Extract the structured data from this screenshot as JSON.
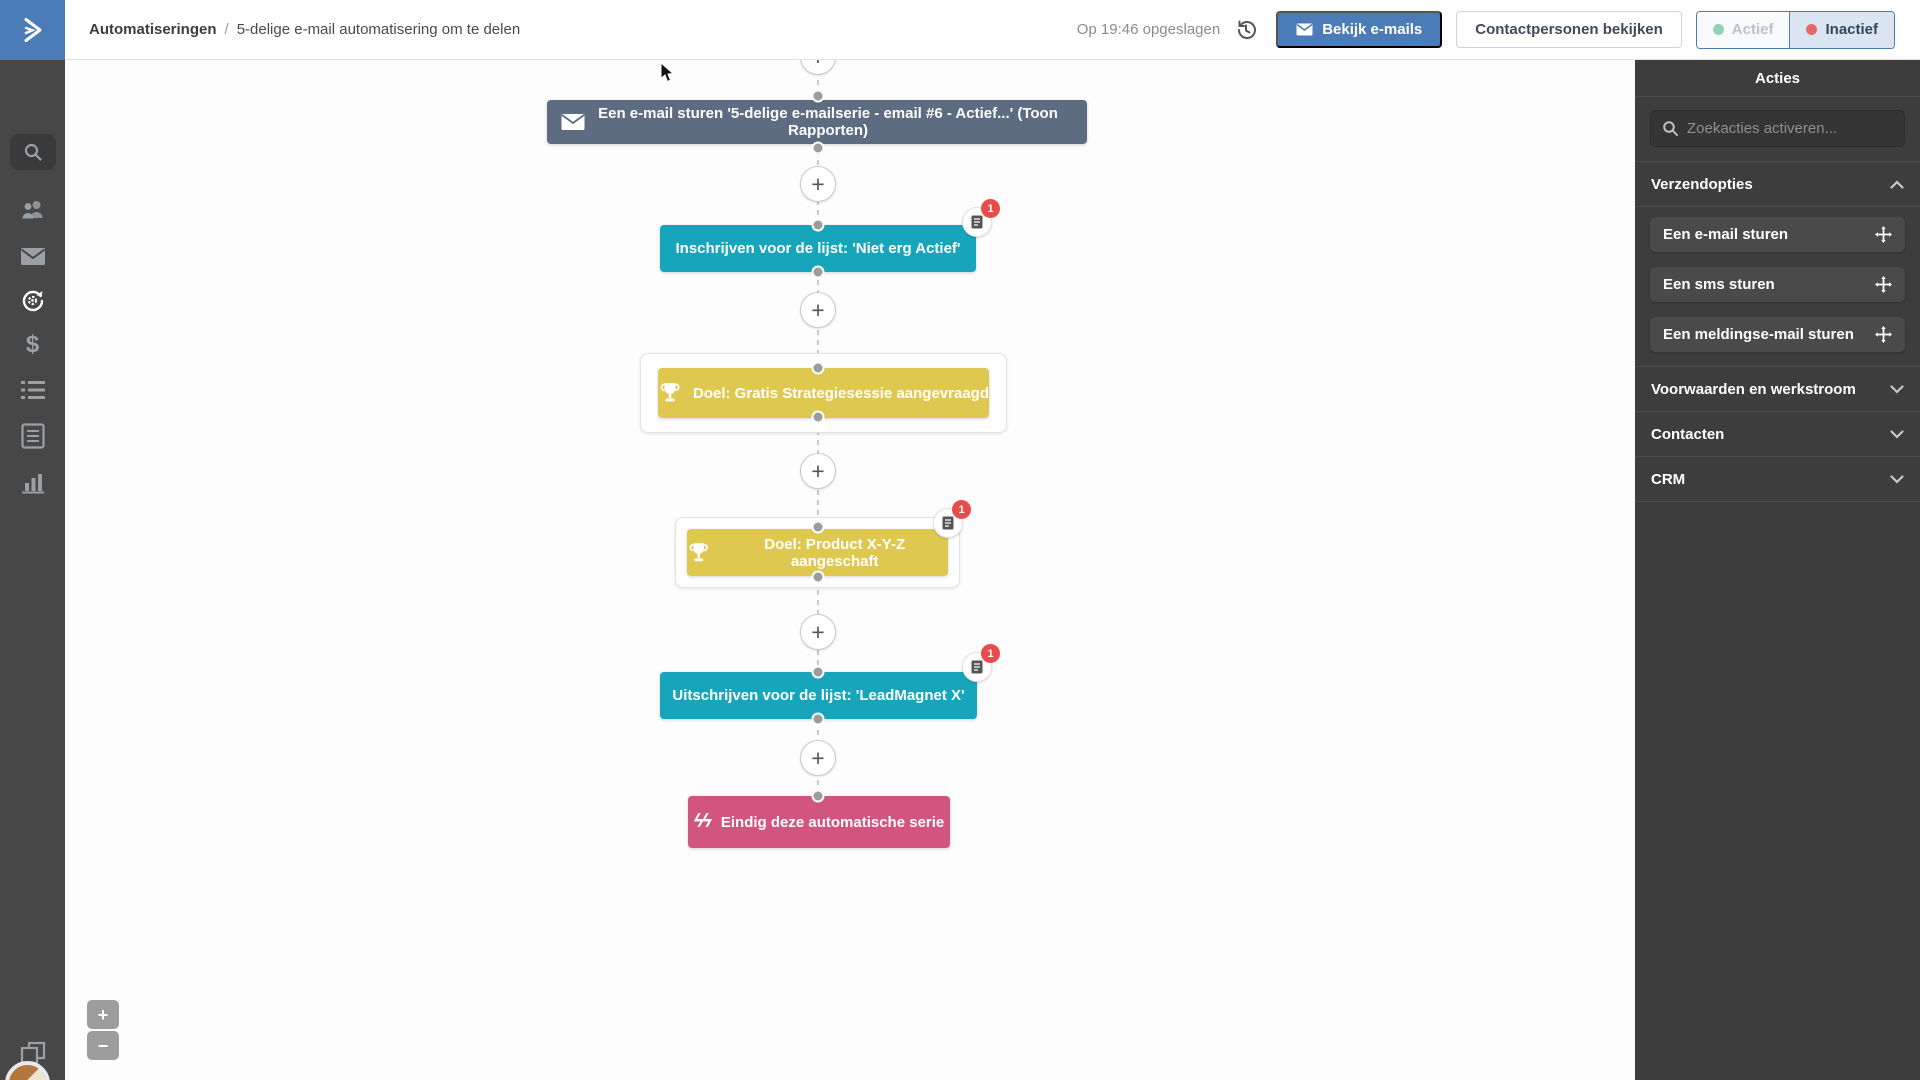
{
  "header": {
    "breadcrumb": {
      "section": "Automatiseringen",
      "separator": "/",
      "page": "5-delige e-mail automatisering om te delen"
    },
    "saved_status": "Op 19:46 opgeslagen",
    "buttons": {
      "view_emails": "Bekijk e-mails",
      "view_contacts": "Contactpersonen bekijken"
    },
    "status_toggle": {
      "active": "Actief",
      "inactive": "Inactief",
      "selected": "Inactief"
    }
  },
  "sidebar": {
    "icons": [
      "search",
      "contacts",
      "campaigns",
      "automations",
      "deals",
      "lists",
      "forms",
      "reports",
      "apps",
      "settings",
      "account"
    ],
    "active": "automations"
  },
  "canvas": {
    "add_step_label": "+",
    "nodes": [
      {
        "id": "send-email",
        "label": "Een e-mail sturen '5-delige e-mailserie - email #6 - Actief...' (Toon Rapporten)",
        "color": "#5D6C80"
      },
      {
        "id": "subscribe-list",
        "label": "Inschrijven voor de lijst: 'Niet erg Actief'",
        "color": "#17A5BB",
        "badge": "1"
      },
      {
        "id": "goal-strategy",
        "label": "Doel: Gratis Strategiesessie aangevraagd",
        "color": "#DFC850"
      },
      {
        "id": "goal-product",
        "label": "Doel: Product X-Y-Z aangeschaft",
        "color": "#DFC850",
        "badge": "1"
      },
      {
        "id": "unsubscribe-list",
        "label": "Uitschrijven voor de lijst: 'LeadMagnet X'",
        "color": "#17A5BB",
        "badge": "1"
      },
      {
        "id": "end-series",
        "label": "Eindig deze automatische serie",
        "color": "#D25580",
        "icon_glyph": "ϟϟ"
      }
    ],
    "zoom_controls": {
      "zoom_in": "+",
      "zoom_out": "−"
    }
  },
  "actions_panel": {
    "title": "Acties",
    "search_placeholder": "Zoekacties activeren...",
    "sections": [
      {
        "label": "Verzendopties",
        "expanded": true,
        "items": [
          "Een e-mail sturen",
          "Een sms sturen",
          "Een meldingse-mail sturen"
        ]
      },
      {
        "label": "Voorwaarden en werkstroom",
        "expanded": false,
        "items": []
      },
      {
        "label": "Contacten",
        "expanded": false,
        "items": []
      },
      {
        "label": "CRM",
        "expanded": false,
        "items": []
      }
    ]
  },
  "colors": {
    "accent_blue": "#4C7CB8",
    "teal": "#17A5BB",
    "yellow": "#DFC850",
    "slate": "#5D6C80",
    "pink": "#D25580",
    "badge_red": "#E94B4B",
    "sidebar_bg": "#474747",
    "panel_bg": "#3D3D3D"
  }
}
